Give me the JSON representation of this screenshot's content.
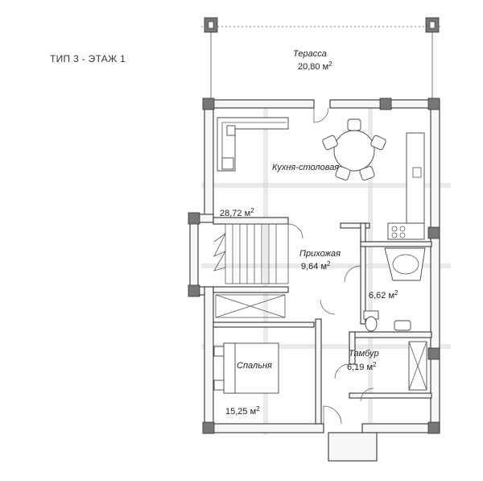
{
  "title": "ТИП 3 - ЭТАЖ 1",
  "rooms": [
    {
      "key": "terrace",
      "name": "Терасса",
      "area": "20,80",
      "unit": "м",
      "sup": "2"
    },
    {
      "key": "kitchen",
      "name": "Кухня-столовая",
      "area": "28,72",
      "unit": "м",
      "sup": "2"
    },
    {
      "key": "hall",
      "name": "Прихожая",
      "area": "9,64",
      "unit": "м",
      "sup": "2"
    },
    {
      "key": "bath",
      "name": "",
      "area": "6,62",
      "unit": "м",
      "sup": "2"
    },
    {
      "key": "vestibule",
      "name": "Тамбур",
      "area": "6,19",
      "unit": "м",
      "sup": "2"
    },
    {
      "key": "bedroom",
      "name": "",
      "area": "15,25",
      "unit": "м",
      "sup": "2"
    }
  ],
  "bed_label": "Спальня"
}
